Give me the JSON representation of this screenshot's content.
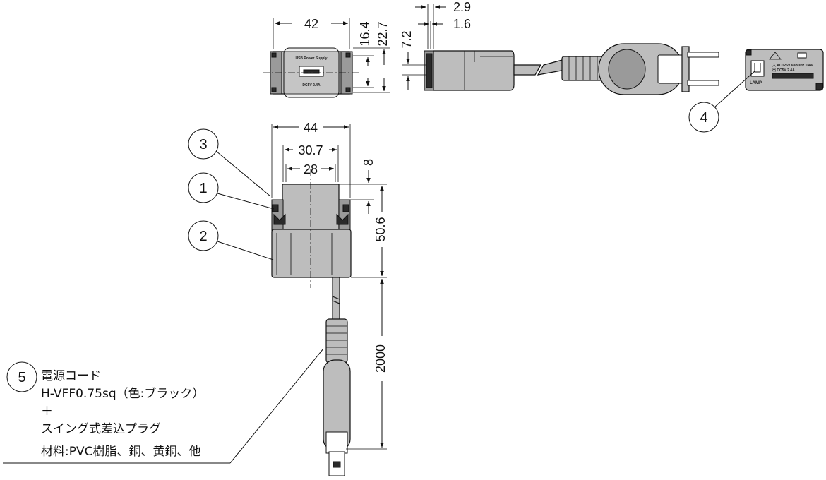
{
  "dimensions": {
    "top_width": "42",
    "top_h1": "16.4",
    "top_h2": "22.7",
    "side_t1": "2.9",
    "side_t2": "1.6",
    "side_h": "7.2",
    "front_w1": "44",
    "front_w2": "30.7",
    "front_w3": "28",
    "front_h1": "8",
    "front_h2": "50.6",
    "cord_len": "2000"
  },
  "callouts": [
    "1",
    "2",
    "3",
    "4",
    "5"
  ],
  "module_label": {
    "title": "USB Power Supply",
    "rating": "DC5V 2.4A"
  },
  "rear_label": {
    "line1": "入 AC125V 60/50Hz 0.4A",
    "line2": "出 DC5V 2.4A",
    "brand": "LAMP"
  },
  "note": {
    "line1": "電源コード",
    "line2": "H-VFF0.75sq（色:ブラック）",
    "line3": "＋",
    "line4": "スイング式差込プラグ",
    "line5": "材料:PVC樹脂、銅、黄銅、他"
  },
  "colors": {
    "body": "#bdbdbd",
    "dark": "#2a2a2a",
    "line": "#111111"
  }
}
